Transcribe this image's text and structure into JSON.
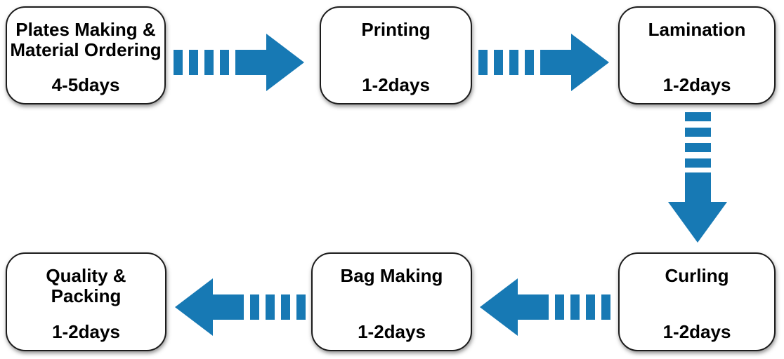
{
  "diagram": {
    "type": "process-flowchart",
    "accent_color": "#1779b4",
    "box_border_color": "#1c1c1c",
    "text_color": "#000000",
    "nodes": [
      {
        "id": "plates-making",
        "label": "Plates Making & Material Ordering",
        "duration": "4-5days"
      },
      {
        "id": "printing",
        "label": "Printing",
        "duration": "1-2days"
      },
      {
        "id": "lamination",
        "label": "Lamination",
        "duration": "1-2days"
      },
      {
        "id": "curling",
        "label": "Curling",
        "duration": "1-2days"
      },
      {
        "id": "bag-making",
        "label": "Bag Making",
        "duration": "1-2days"
      },
      {
        "id": "quality-packing",
        "label": "Quality & Packing",
        "duration": "1-2days"
      }
    ],
    "edges": [
      {
        "from": "plates-making",
        "to": "printing",
        "direction": "right",
        "style": "dashed-then-solid-arrow"
      },
      {
        "from": "printing",
        "to": "lamination",
        "direction": "right",
        "style": "dashed-then-solid-arrow"
      },
      {
        "from": "lamination",
        "to": "curling",
        "direction": "down",
        "style": "dashed-then-solid-arrow"
      },
      {
        "from": "curling",
        "to": "bag-making",
        "direction": "left",
        "style": "dashed-then-solid-arrow"
      },
      {
        "from": "bag-making",
        "to": "quality-packing",
        "direction": "left",
        "style": "dashed-then-solid-arrow"
      }
    ]
  }
}
